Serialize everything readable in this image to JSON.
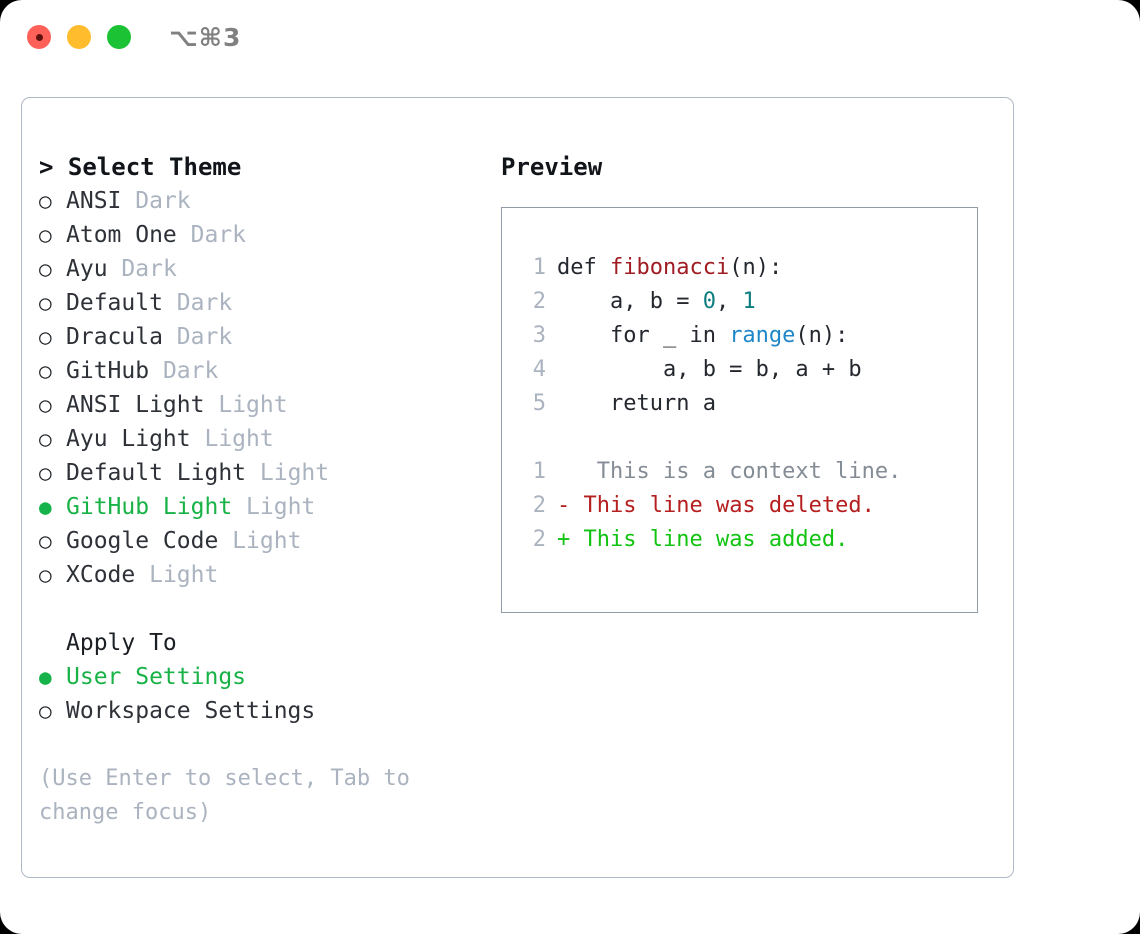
{
  "window": {
    "shortcut": "⌥⌘3",
    "traffic_lights": [
      {
        "name": "close",
        "color": "#ff6058"
      },
      {
        "name": "minimize",
        "color": "#ffbd2e"
      },
      {
        "name": "maximize",
        "color": "#1ac234"
      }
    ]
  },
  "theme_list": {
    "header": "> Select Theme",
    "items": [
      {
        "marker": "○",
        "label": "ANSI",
        "category": "Dark",
        "selected": false
      },
      {
        "marker": "○",
        "label": "Atom One",
        "category": "Dark",
        "selected": false
      },
      {
        "marker": "○",
        "label": "Ayu",
        "category": "Dark",
        "selected": false
      },
      {
        "marker": "○",
        "label": "Default",
        "category": "Dark",
        "selected": false
      },
      {
        "marker": "○",
        "label": "Dracula",
        "category": "Dark",
        "selected": false
      },
      {
        "marker": "○",
        "label": "GitHub",
        "category": "Dark",
        "selected": false
      },
      {
        "marker": "○",
        "label": "ANSI Light",
        "category": "Light",
        "selected": false
      },
      {
        "marker": "○",
        "label": "Ayu Light",
        "category": "Light",
        "selected": false
      },
      {
        "marker": "○",
        "label": "Default Light",
        "category": "Light",
        "selected": false
      },
      {
        "marker": "●",
        "label": "GitHub Light",
        "category": "Light",
        "selected": true
      },
      {
        "marker": "○",
        "label": "Google Code",
        "category": "Light",
        "selected": false
      },
      {
        "marker": "○",
        "label": "XCode",
        "category": "Light",
        "selected": false
      }
    ]
  },
  "apply_to": {
    "header": "Apply To",
    "items": [
      {
        "marker": "●",
        "label": "User Settings",
        "selected": true
      },
      {
        "marker": "○",
        "label": "Workspace Settings",
        "selected": false
      }
    ]
  },
  "hint": "(Use Enter to select, Tab to change focus)",
  "preview": {
    "title": "Preview",
    "code_lines": [
      {
        "no": "1",
        "parts": [
          {
            "t": "def ",
            "k": "plain"
          },
          {
            "t": "fibonacci",
            "k": "fn"
          },
          {
            "t": "(n):",
            "k": "plain"
          }
        ]
      },
      {
        "no": "2",
        "parts": [
          {
            "t": "    a, b = ",
            "k": "plain"
          },
          {
            "t": "0",
            "k": "num"
          },
          {
            "t": ", ",
            "k": "plain"
          },
          {
            "t": "1",
            "k": "num"
          }
        ]
      },
      {
        "no": "3",
        "parts": [
          {
            "t": "    for _ in ",
            "k": "plain"
          },
          {
            "t": "range",
            "k": "call"
          },
          {
            "t": "(n):",
            "k": "plain"
          }
        ]
      },
      {
        "no": "4",
        "parts": [
          {
            "t": "        a, b = b, a + b",
            "k": "plain"
          }
        ]
      },
      {
        "no": "5",
        "parts": [
          {
            "t": "    return a",
            "k": "plain"
          }
        ]
      }
    ],
    "diff_lines": [
      {
        "no": "1",
        "sign": " ",
        "text": "  This is a context line.",
        "kind": "context"
      },
      {
        "no": "2",
        "sign": "-",
        "text": " This line was deleted.",
        "kind": "del"
      },
      {
        "no": "2",
        "sign": "+",
        "text": " This line was added.",
        "kind": "add"
      }
    ]
  },
  "colors": {
    "accent_green": "#18b246",
    "muted": "#aab3bf",
    "panel_border": "#aeb8c4",
    "preview_border": "#919ba7",
    "syntax_function": "#9e1c22",
    "syntax_number": "#0d7d80",
    "syntax_call": "#1f87c8",
    "diff_delete": "#b51f1f",
    "diff_add": "#12c312",
    "diff_context": "#848c95"
  }
}
